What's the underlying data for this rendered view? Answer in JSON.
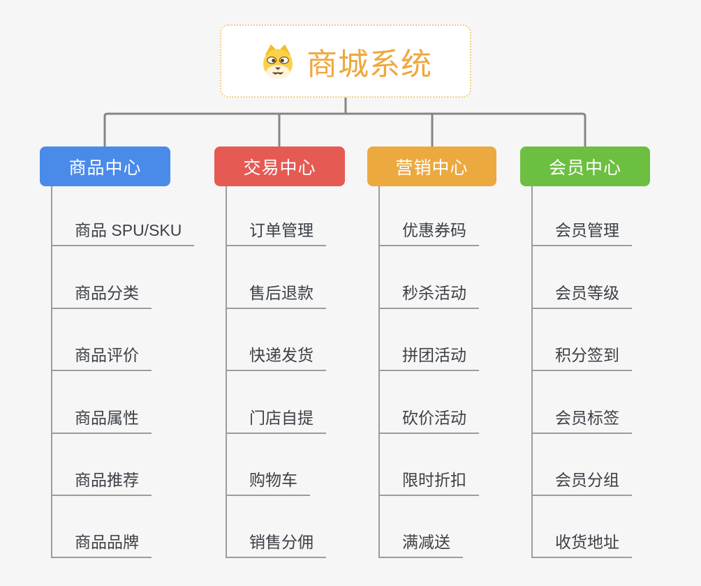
{
  "root": {
    "title": "商城系统",
    "icon": "dog-face-icon"
  },
  "branches": [
    {
      "id": "products",
      "label": "商品中心",
      "color": "#4a8bea",
      "children": [
        "商品 SPU/SKU",
        "商品分类",
        "商品评价",
        "商品属性",
        "商品推荐",
        "商品品牌"
      ]
    },
    {
      "id": "trade",
      "label": "交易中心",
      "color": "#e65a54",
      "children": [
        "订单管理",
        "售后退款",
        "快递发货",
        "门店自提",
        "购物车",
        "销售分佣"
      ]
    },
    {
      "id": "marketing",
      "label": "营销中心",
      "color": "#eca93f",
      "children": [
        "优惠券码",
        "秒杀活动",
        "拼团活动",
        "砍价活动",
        "限时折扣",
        "满减送"
      ]
    },
    {
      "id": "members",
      "label": "会员中心",
      "color": "#6cbf40",
      "children": [
        "会员管理",
        "会员等级",
        "积分签到",
        "会员标签",
        "会员分组",
        "收货地址"
      ]
    }
  ],
  "style": {
    "background": "#f6f6f6",
    "root_title_color": "#efa73f",
    "root_border_color": "#f3c97f",
    "connector_color": "#858585",
    "child_line_color": "#9c9c9c",
    "child_text_color": "#3c4046"
  }
}
